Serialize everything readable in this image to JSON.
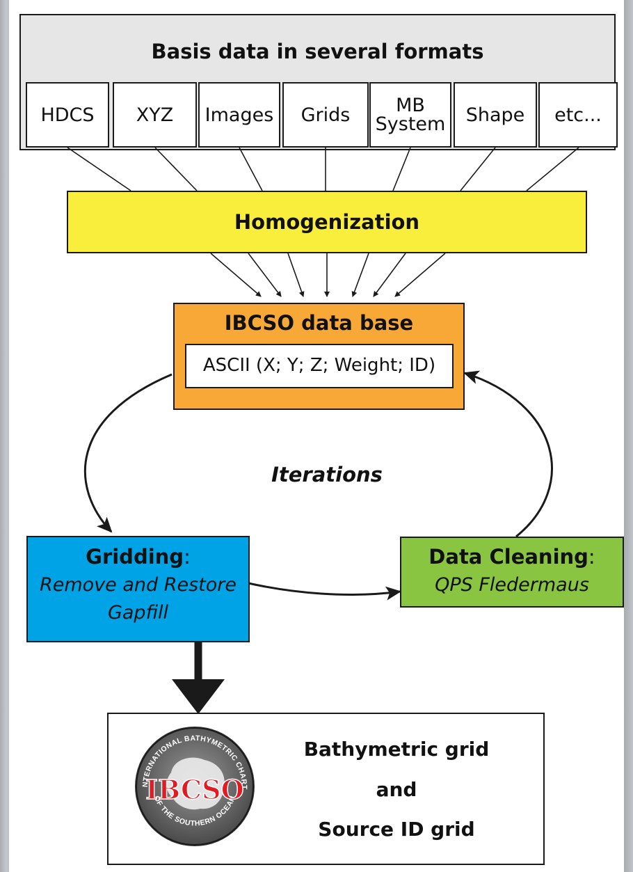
{
  "basis": {
    "title": "Basis data in several formats",
    "formats": [
      "HDCS",
      "XYZ",
      "Images",
      "Grids",
      "MB\nSystem",
      "Shape",
      "etc..."
    ]
  },
  "homogenization": {
    "label": "Homogenization"
  },
  "database": {
    "title": "IBCSO data base",
    "ascii": "ASCII (X; Y; Z; Weight; ID)"
  },
  "iterations": {
    "label": "Iterations"
  },
  "gridding": {
    "title": "Gridding",
    "colon": ":",
    "line1": "Remove and Restore",
    "line2": "Gapfill"
  },
  "cleaning": {
    "title": "Data Cleaning",
    "colon": ":",
    "line1": "QPS Fledermaus"
  },
  "output": {
    "line1": "Bathymetric grid",
    "line2": "and",
    "line3": "Source ID grid"
  },
  "logo": {
    "center_text": "IBCSO",
    "ring_top": "INTERNATIONAL BATHYMETRIC CHART",
    "ring_bottom": "OF THE SOUTHERN OCEAN"
  },
  "colors": {
    "basis_bg": "#e6e6e6",
    "homogenization": "#f9ee3b",
    "database": "#f7a836",
    "gridding": "#00a3e6",
    "cleaning": "#89c540",
    "logo_text": "#e01b22"
  }
}
